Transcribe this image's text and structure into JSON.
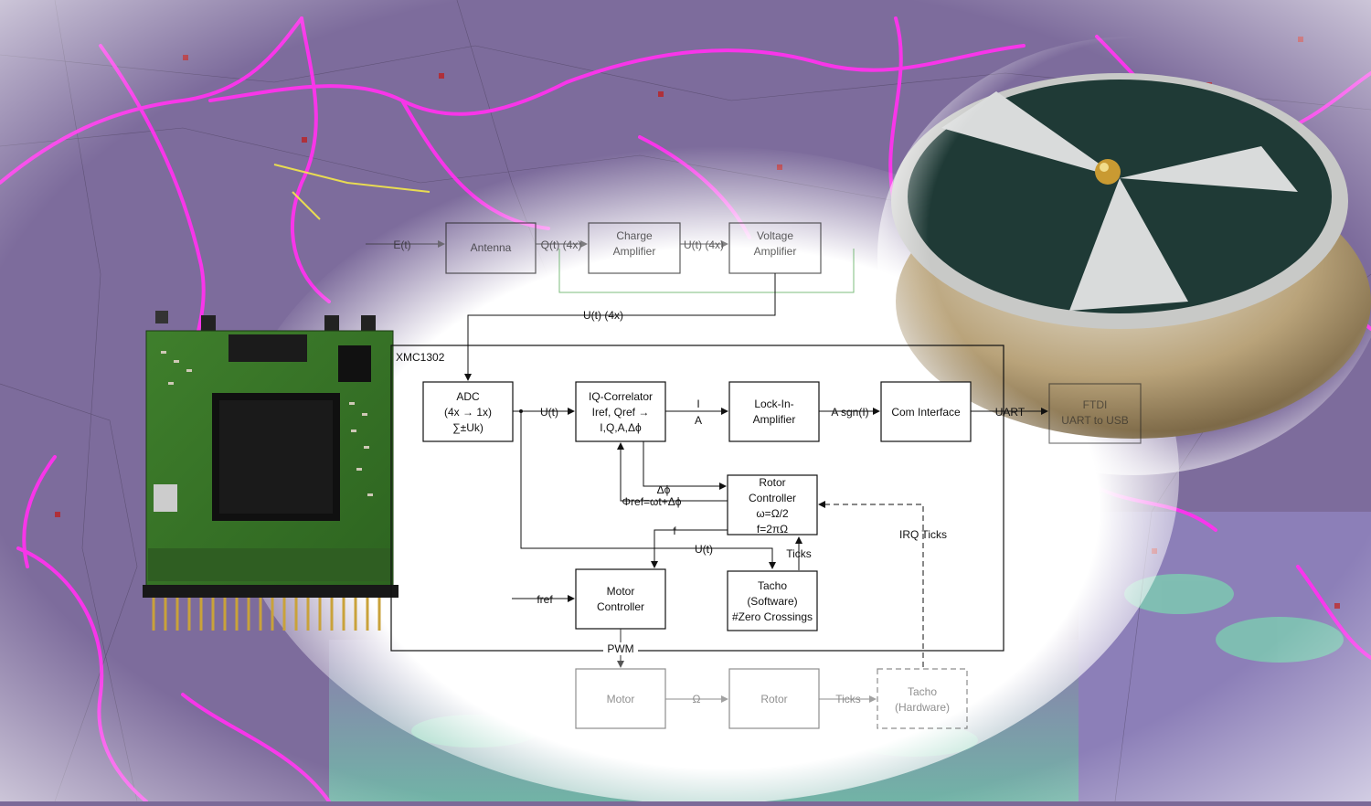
{
  "diagram": {
    "chip_label": "XMC1302",
    "blocks": {
      "antenna": "Antenna",
      "charge_amp": [
        "Charge",
        "Amplifier"
      ],
      "voltage_amp": [
        "Voltage",
        "Amplifier"
      ],
      "adc": [
        "ADC",
        "(4x → 1x)",
        "∑±Uk)"
      ],
      "iq_correlator": [
        "IQ-Correlator",
        "Iref, Qref →",
        "I,Q,A,Δϕ"
      ],
      "lock_in": [
        "Lock-In-",
        "Amplifier"
      ],
      "com_interface": "Com Interface",
      "ftdi": [
        "FTDI",
        "UART to USB"
      ],
      "rotor_controller": [
        "Rotor",
        "Controller",
        "ω=Ω/2",
        "f=2πΩ"
      ],
      "motor_controller": [
        "Motor",
        "Controller"
      ],
      "tacho_sw": [
        "Tacho",
        "(Software)",
        "#Zero Crossings"
      ],
      "motor": "Motor",
      "rotor": "Rotor",
      "tacho_hw": [
        "Tacho",
        "(Hardware)"
      ]
    },
    "signals": {
      "e_t": "E(t)",
      "q_t": "Q(t) (4x)",
      "u_t_4x_a": "U(t) (4x)",
      "u_t_4x_b": "U(t) (4x)",
      "u_t": "U(t)",
      "i": "I",
      "a": "A",
      "a_sgn": "A sgn(I)",
      "uart": "UART",
      "dphi": "Δϕ",
      "phi_ref": "Φref=ωt+Δϕ",
      "f": "f",
      "u_t_lower": "U(t)",
      "ticks": "Ticks",
      "fref": "fref",
      "pwm": "PWM",
      "omega": "Ω",
      "ticks_hw": "Ticks",
      "irq_ticks": "IRQ Ticks"
    }
  }
}
